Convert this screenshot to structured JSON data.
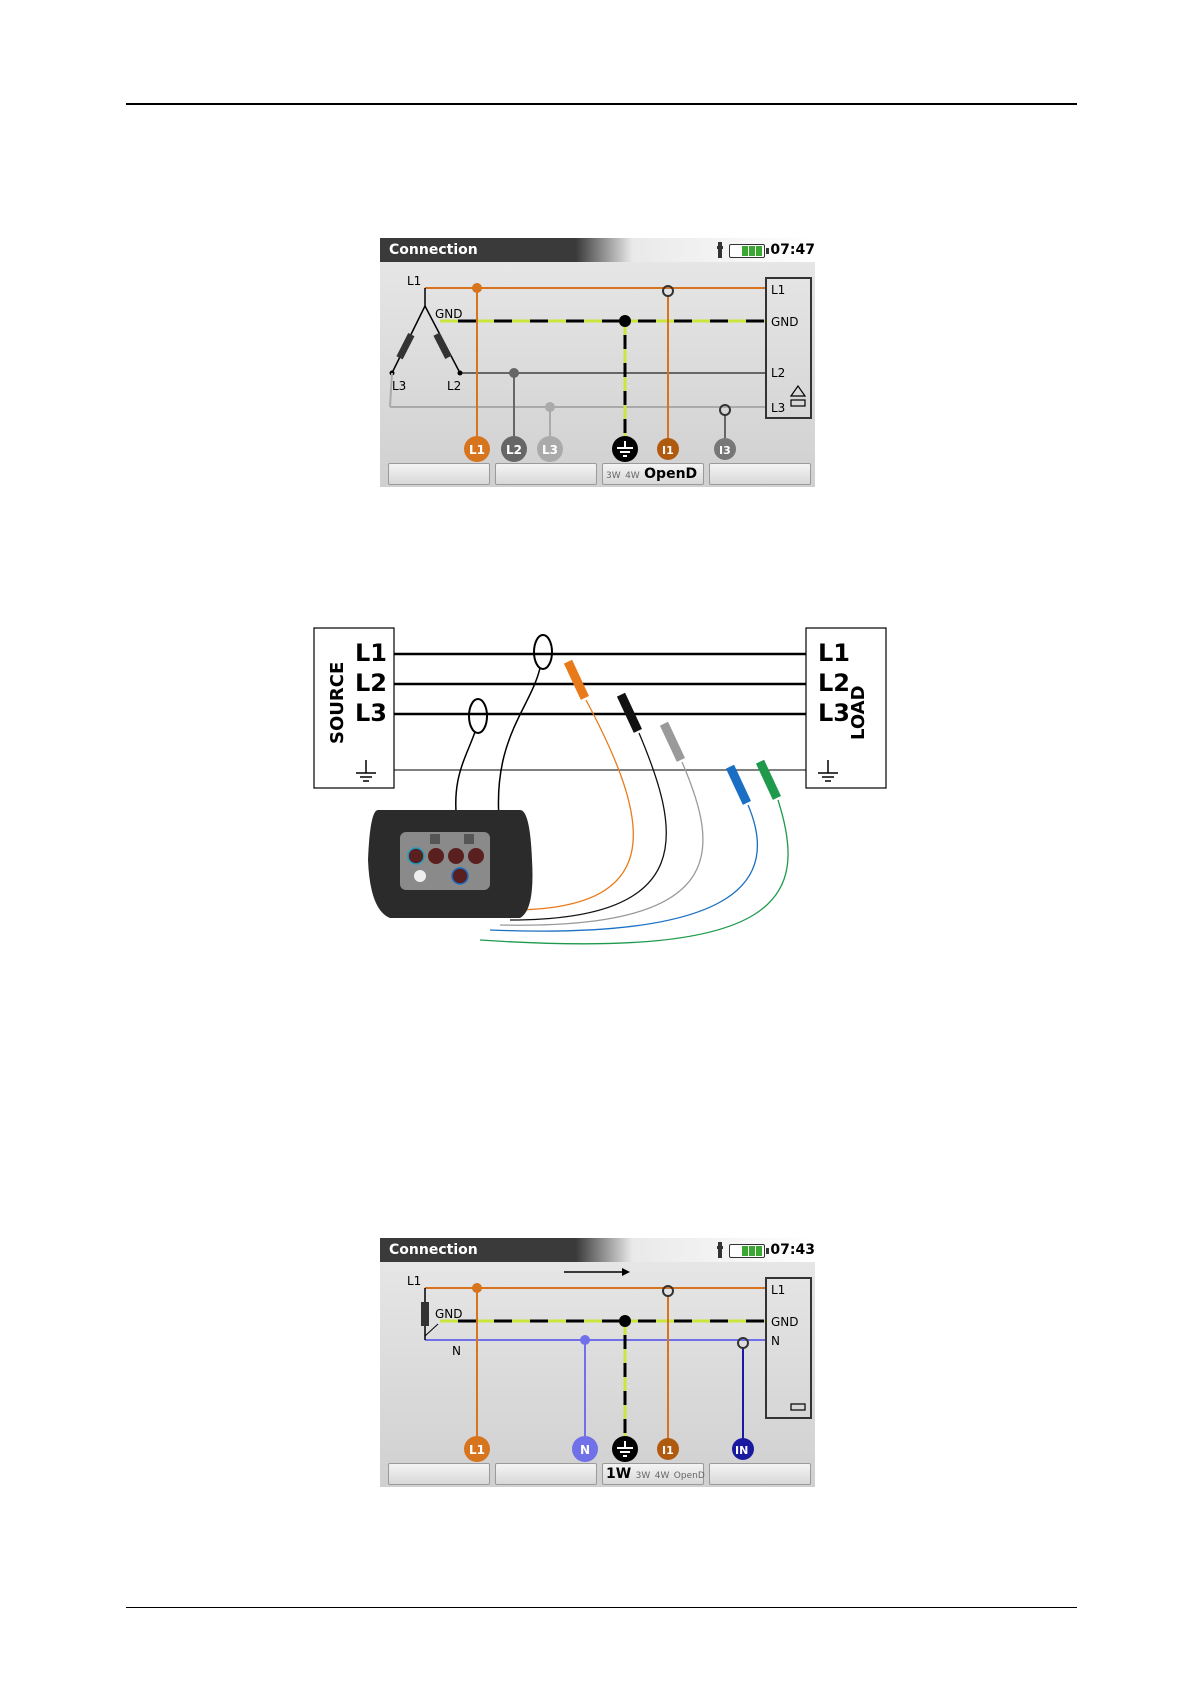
{
  "screen1": {
    "title": "Connection",
    "time": "07:47",
    "source": {
      "l1": "L1",
      "gnd": "GND",
      "l3": "L3",
      "l2": "L2"
    },
    "load": {
      "l1": "L1",
      "gnd": "GND",
      "l2": "L2",
      "l3": "L3"
    },
    "terminals": {
      "l1": "L1",
      "l2": "L2",
      "l3": "L3",
      "i1": "I1",
      "i3": "I3"
    },
    "softkey3": {
      "opt1": "3W",
      "opt2": "4W",
      "selected": "OpenD"
    }
  },
  "diagram": {
    "source_label": "SOURCE",
    "load_label": "LOAD",
    "lines": [
      "L1",
      "L2",
      "L3"
    ],
    "colors": {
      "orange": "#e87a1a",
      "black": "#111111",
      "grey": "#9a9a9a",
      "blue": "#1a6fc4",
      "green": "#1f9a4c"
    }
  },
  "screen2": {
    "title": "Connection",
    "time": "07:43",
    "source": {
      "l1": "L1",
      "gnd": "GND",
      "n": "N"
    },
    "load": {
      "l1": "L1",
      "gnd": "GND",
      "n": "N"
    },
    "terminals": {
      "l1": "L1",
      "n": "N",
      "i1": "I1",
      "in": "IN"
    },
    "softkey3": {
      "selected": "1W",
      "opt1": "3W",
      "opt2": "4W",
      "opt3": "OpenD"
    }
  },
  "colors": {
    "phase_l1": "#d7741e",
    "neutral": "#7070e8",
    "gnd_stripe": "#c8e63c",
    "i_n": "#1a1aa0"
  }
}
